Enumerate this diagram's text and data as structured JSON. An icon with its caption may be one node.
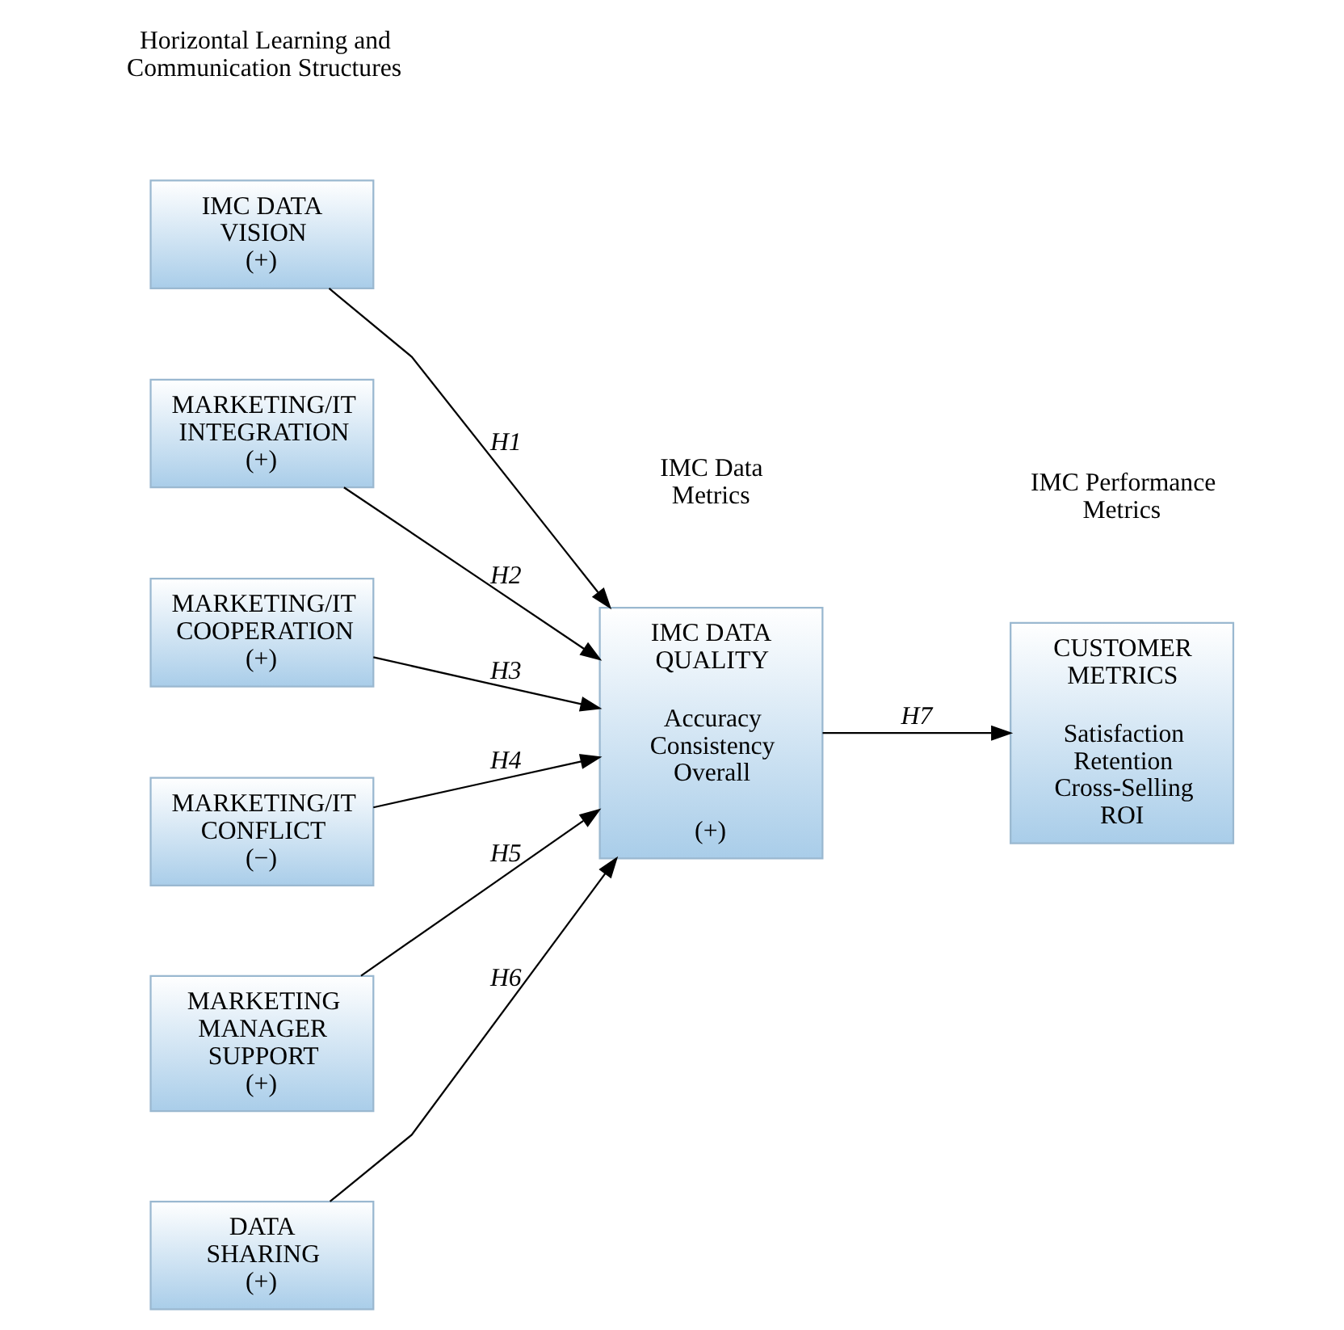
{
  "diagram": {
    "nodes": [
      {
        "text": [
          "IMC DATA VISION (+)"
        ]
      },
      {
        "text": [
          "MARKETING/IT INTEGRATION (+)"
        ]
      },
      {
        "text": [
          "MARKETING/IT COOPERATION (+)"
        ]
      },
      {
        "text": [
          "MARKETING/IT CONFLICT (−)"
        ]
      },
      {
        "text": [
          "MARKETING MANAGER SUPPORT (+)"
        ]
      },
      {
        "text": [
          "DATA SHARING (+)"
        ]
      },
      {
        "text": [
          "IMC DATA QUALITY",
          "Accuracy Consistency Overall",
          "(+)"
        ]
      },
      {
        "text": [
          "CUSTOMER METRICS",
          "Satisfaction Retention Cross-Selling ROI"
        ]
      }
    ],
    "edges": [
      {
        "from": 0,
        "to": 6,
        "arrow": "to",
        "label": "H1"
      },
      {
        "from": 1,
        "to": 6,
        "arrow": "to",
        "label": "H2"
      },
      {
        "from": 2,
        "to": 6,
        "arrow": "to",
        "label": "H3"
      },
      {
        "from": 3,
        "to": 6,
        "arrow": "to",
        "label": "H4"
      },
      {
        "from": 4,
        "to": 6,
        "arrow": "to",
        "label": "H5"
      },
      {
        "from": 5,
        "to": 6,
        "arrow": "to",
        "label": "H6"
      },
      {
        "from": 6,
        "to": 7,
        "arrow": "to",
        "label": "H7"
      }
    ],
    "labels": [
      "Horizontal Learning and Communication Structures",
      "IMC Data Metrics",
      "IMC Performance Metrics"
    ]
  }
}
